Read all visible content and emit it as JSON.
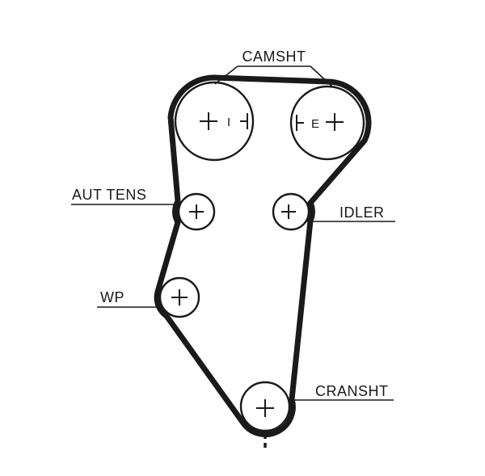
{
  "diagram": {
    "type": "timing-belt-routing-diagram",
    "colors": {
      "line": "#1a1a1a",
      "background": "#ffffff"
    },
    "labels": {
      "camshaft": "CAMSHT",
      "tensioner": "AUT TENS",
      "idler": "IDLER",
      "water_pump": "WP",
      "crankshaft": "CRANSHT",
      "intake_mark": "I",
      "exhaust_mark": "E"
    }
  }
}
